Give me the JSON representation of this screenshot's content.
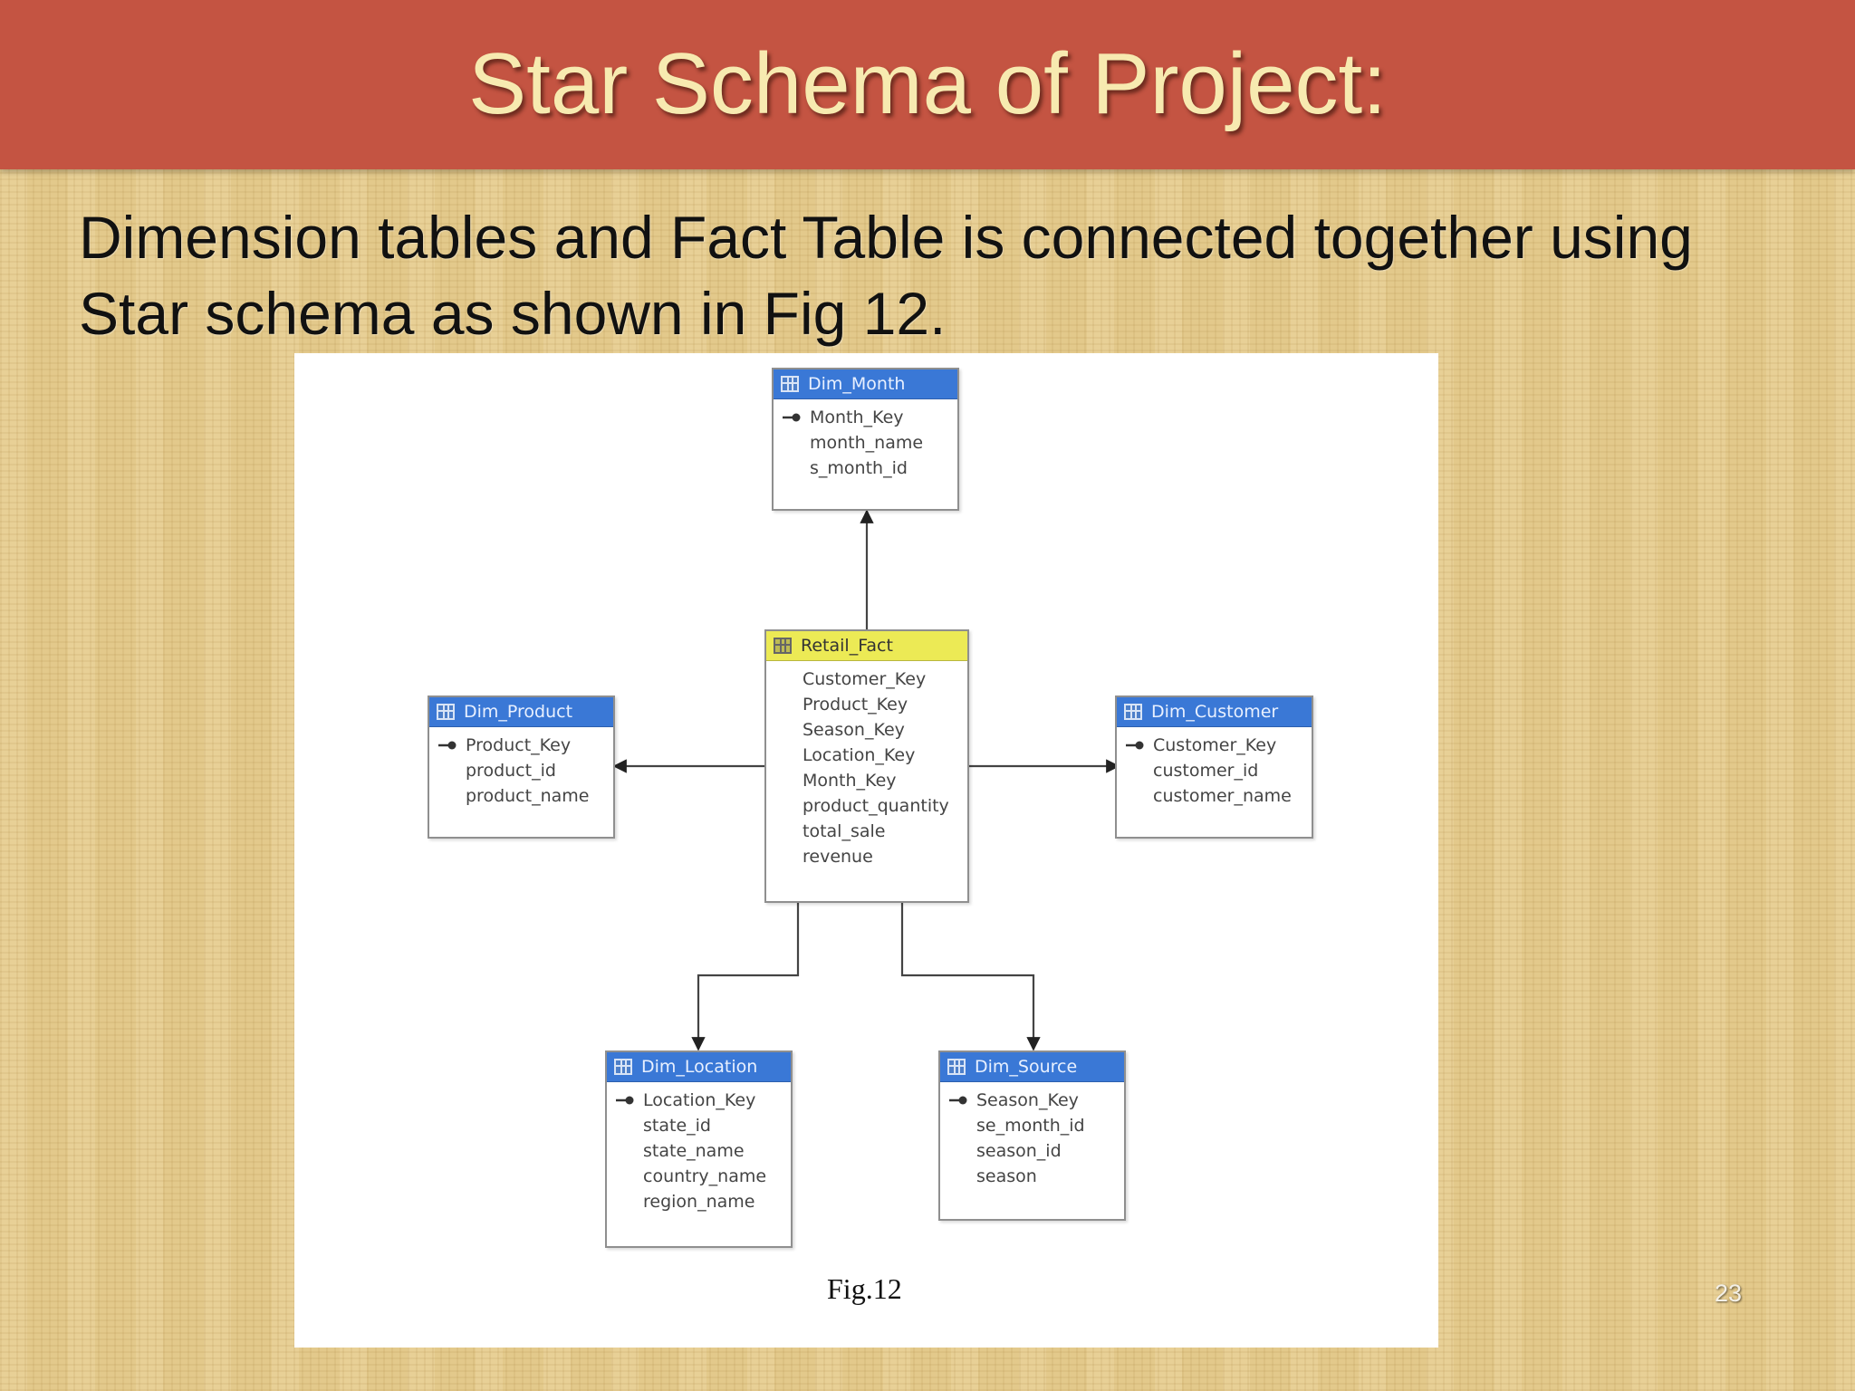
{
  "slide": {
    "title": "Star Schema of Project:",
    "body_text": "Dimension tables and Fact Table is connected together using Star schema as shown in Fig 12.",
    "figure_caption": "Fig.12",
    "page_number": "23"
  },
  "colors": {
    "title_bar": "#c45442",
    "title_text": "#f7eab0",
    "dimension_header": "#3a78d6",
    "fact_header": "#ecea55"
  },
  "diagram": {
    "fact_table": {
      "name": "Retail_Fact",
      "fields": [
        "Customer_Key",
        "Product_Key",
        "Season_Key",
        "Location_Key",
        "Month_Key",
        "product_quantity",
        "total_sale",
        "revenue"
      ]
    },
    "dim_month": {
      "name": "Dim_Month",
      "fields": [
        "Month_Key",
        "month_name",
        "s_month_id"
      ]
    },
    "dim_product": {
      "name": "Dim_Product",
      "fields": [
        "Product_Key",
        "product_id",
        "product_name"
      ]
    },
    "dim_customer": {
      "name": "Dim_Customer",
      "fields": [
        "Customer_Key",
        "customer_id",
        "customer_name"
      ]
    },
    "dim_location": {
      "name": "Dim_Location",
      "fields": [
        "Location_Key",
        "state_id",
        "state_name",
        "country_name",
        "region_name"
      ]
    },
    "dim_source": {
      "name": "Dim_Source",
      "fields": [
        "Season_Key",
        "se_month_id",
        "season_id",
        "season"
      ]
    }
  }
}
